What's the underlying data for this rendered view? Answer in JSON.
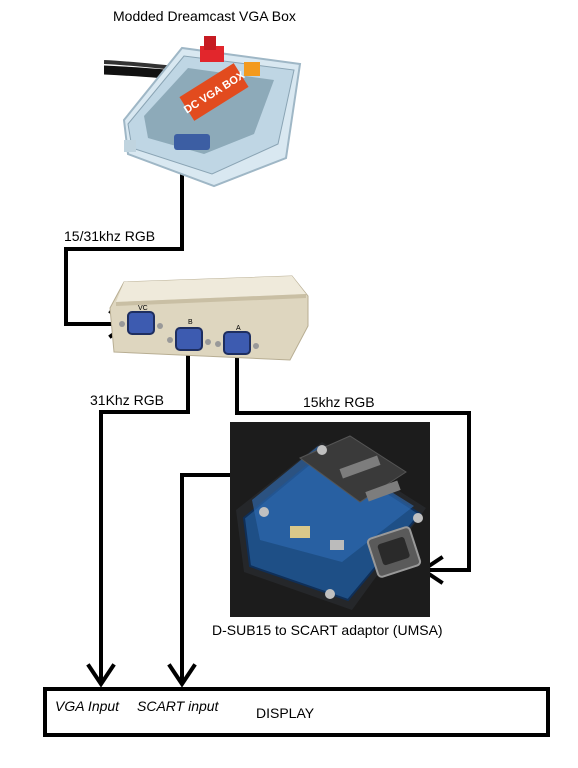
{
  "title": "Modded Dreamcast VGA Box",
  "vga_box": {
    "label_text": "DC VGA BOX",
    "colors": {
      "case": "#cfe3ef",
      "red_switch": "#e2262c",
      "orange_switch": "#f39a1e",
      "cable": "#111111"
    }
  },
  "switch_box": {
    "ports": [
      "VC",
      "B",
      "A"
    ],
    "colors": {
      "body": "#e8e1cd",
      "port": "#3d5bb0"
    }
  },
  "adaptor": {
    "caption": "D-SUB15 to SCART adaptor (UMSA)",
    "colors": {
      "background": "#1c1c1c",
      "board": "#1e4f86"
    }
  },
  "connections": {
    "box_to_switch": "15/31khz RGB",
    "switch_to_display": "31Khz RGB",
    "switch_to_adaptor": "15khz RGB"
  },
  "display": {
    "title": "DISPLAY",
    "vga_input": "VGA Input",
    "scart_input": "SCART input"
  },
  "icons": [
    "arrow-head-icon"
  ],
  "line_color": "#000000"
}
